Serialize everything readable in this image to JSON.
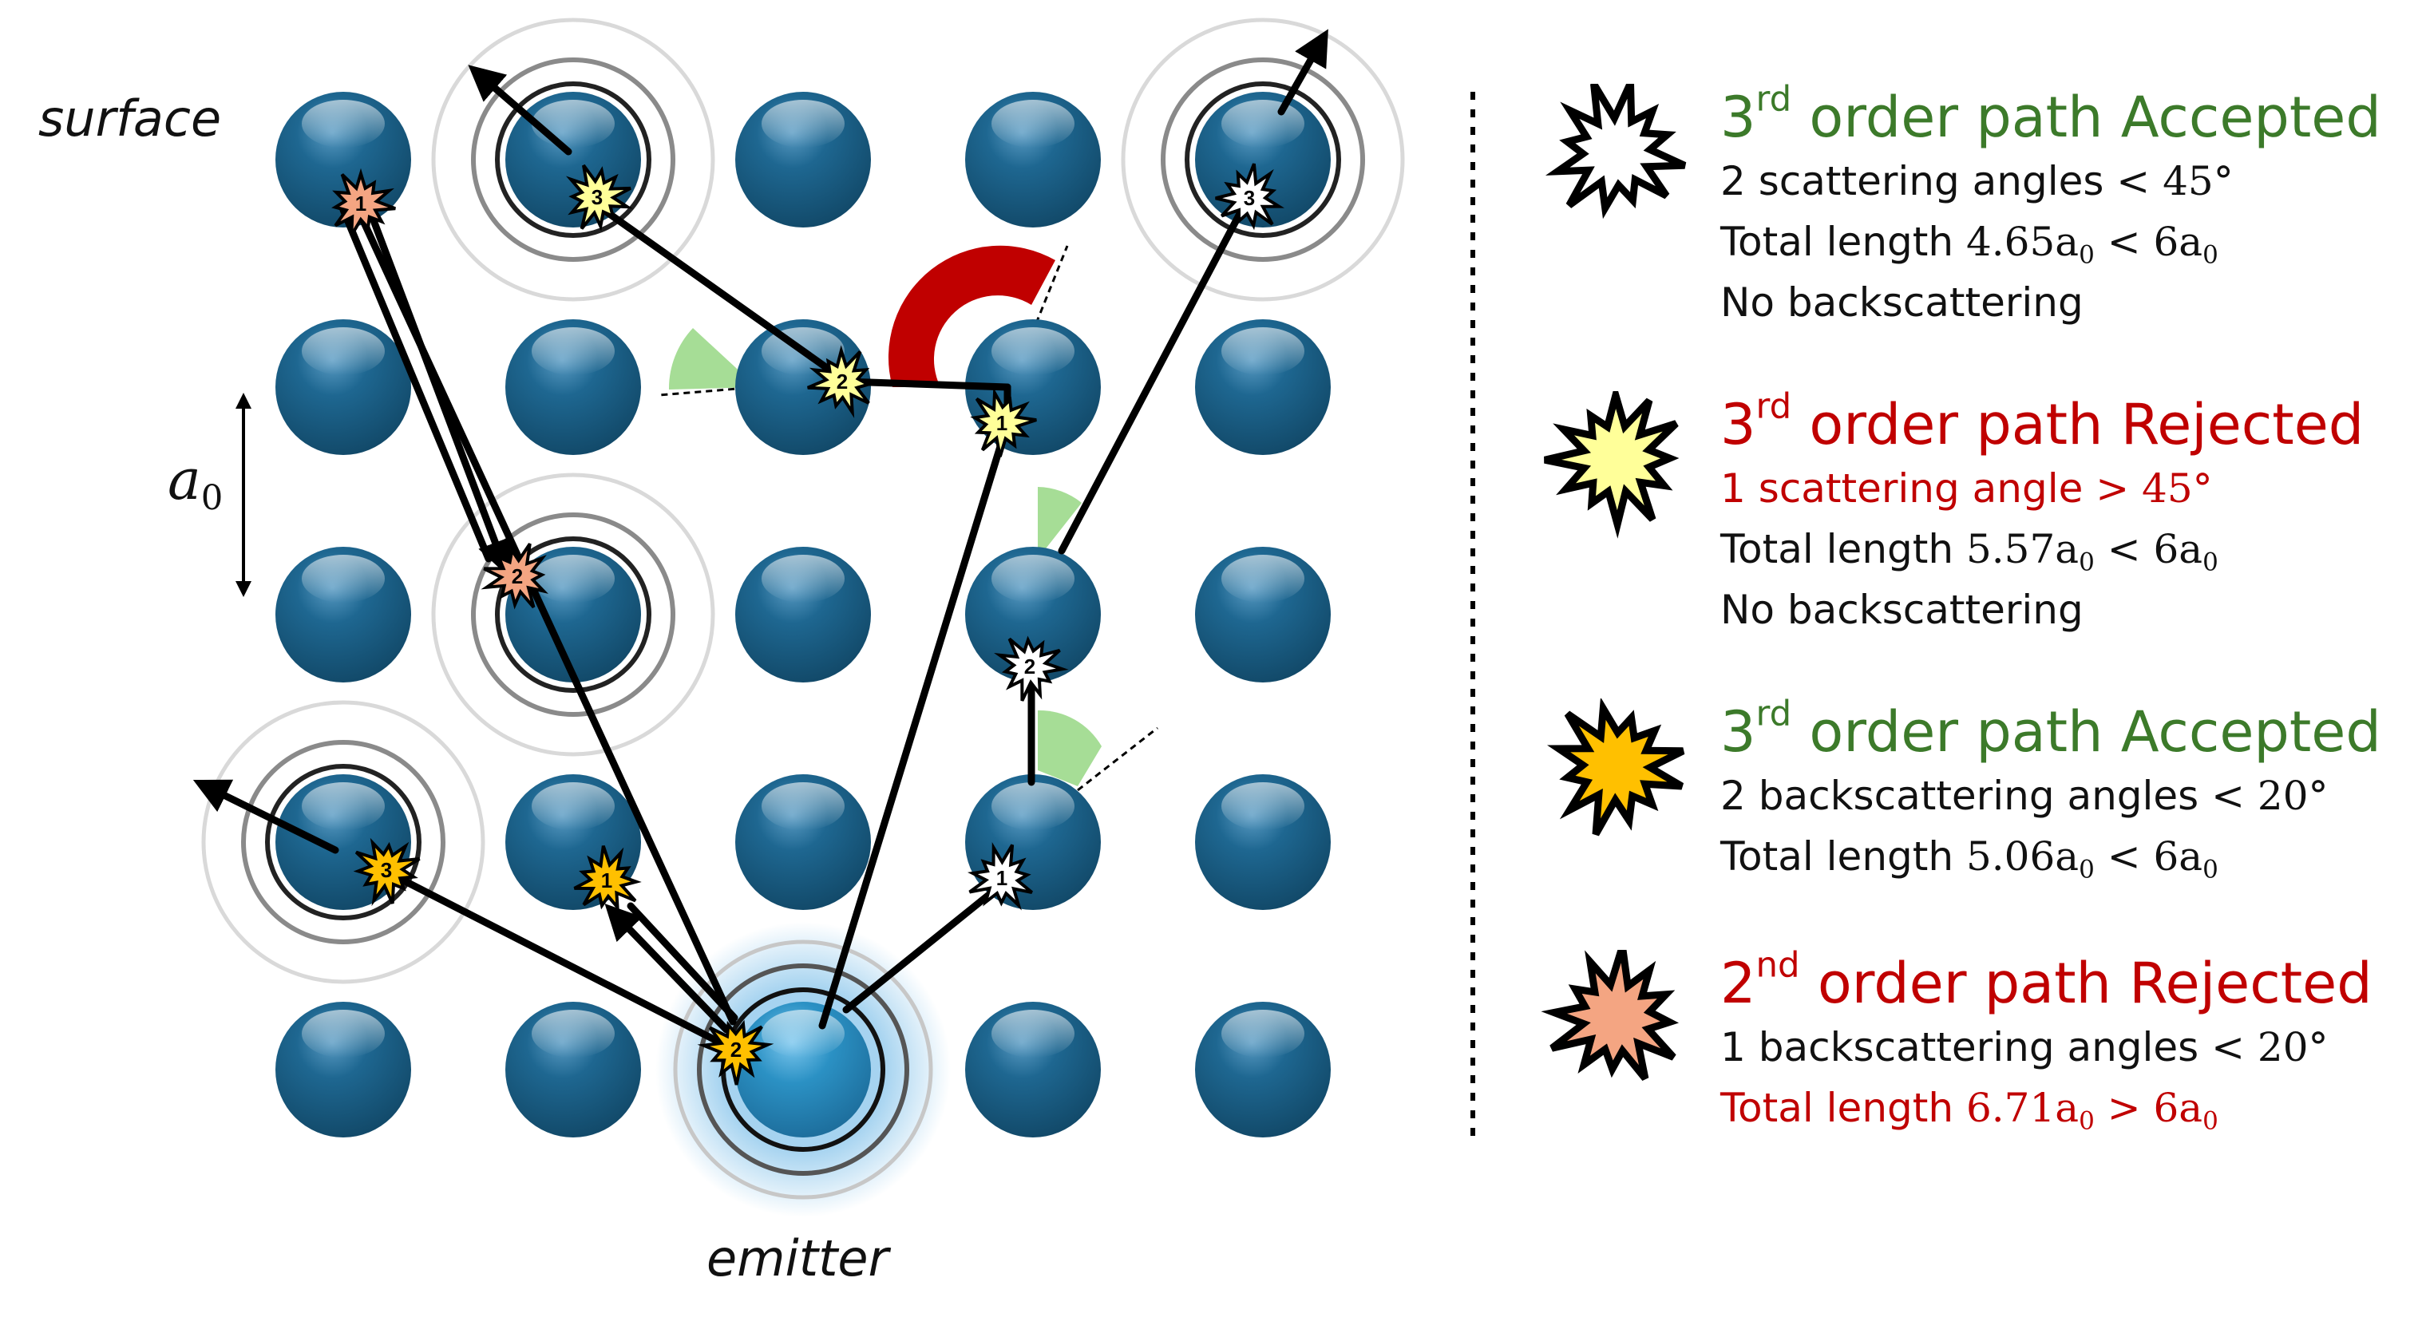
{
  "labels": {
    "surface": "surface",
    "emitter": "emitter",
    "a0_symbol": "a",
    "a0_subscript": "0"
  },
  "colors": {
    "atom": "#1b5d86",
    "emitter_atom": "#2a8fc0",
    "path": "#000000",
    "accepted": "#3c7a2a",
    "rejected": "#c00000",
    "angle_ok": "#a6dd96",
    "angle_bad": "#c00000",
    "star_white": "#ffffff",
    "star_yellow": "#ffff99",
    "star_gold": "#ffc000",
    "star_salmon": "#f4a582"
  },
  "markers": {
    "white_1": "1",
    "white_2": "2",
    "white_3": "3",
    "yellow_1": "1",
    "yellow_2": "2",
    "yellow_3": "3",
    "gold_1": "1",
    "gold_2": "2",
    "gold_3": "3",
    "salmon_1": "1",
    "salmon_2": "2"
  },
  "legend": [
    {
      "star": "white-starburst-icon",
      "order": "3",
      "order_suffix": "rd",
      "title_rest": " order path Accepted",
      "title_color": "#3c7a2a",
      "line1_text": "2 scattering angles",
      "line1_math": " < 45°",
      "line2_text": "Total length ",
      "line2_math": "4.65a",
      "line2_sub": "0",
      "line2_rest": " < 6a",
      "line2_sub2": "0",
      "line3": "No backscattering"
    },
    {
      "star": "yellow-starburst-icon",
      "order": "3",
      "order_suffix": "rd",
      "title_rest": " order path Rejected",
      "title_color": "#c00000",
      "line1_text": "1 scattering angle",
      "line1_math": " > 45°",
      "line2_text": "Total length ",
      "line2_math": "5.57a",
      "line2_sub": "0",
      "line2_rest": " < 6a",
      "line2_sub2": "0",
      "line3": "No backscattering"
    },
    {
      "star": "gold-starburst-icon",
      "order": "3",
      "order_suffix": "rd",
      "title_rest": " order path Accepted",
      "title_color": "#3c7a2a",
      "line1_text": "2 backscattering angles",
      "line1_math": " < 20°",
      "line2_text": "Total length ",
      "line2_math": "5.06a",
      "line2_sub": "0",
      "line2_rest": " < 6a",
      "line2_sub2": "0",
      "line3": ""
    },
    {
      "star": "salmon-starburst-icon",
      "order": "2",
      "order_suffix": "nd",
      "title_rest": " order path Rejected",
      "title_color": "#c00000",
      "line1_text": "1 backscattering angles",
      "line1_math": " < 20°",
      "line2_text": "Total length ",
      "line2_math": "6.71a",
      "line2_sub": "0",
      "line2_rest": " > 6a",
      "line2_sub2": "0",
      "line3": ""
    }
  ]
}
